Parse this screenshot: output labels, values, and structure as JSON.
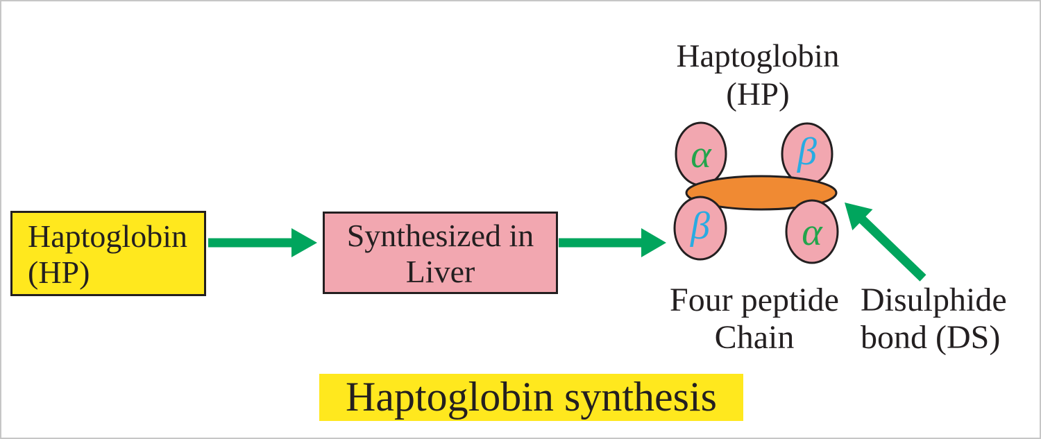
{
  "colors": {
    "background": "#ffffff",
    "frame": "#c6c6c6",
    "ink": "#231f20",
    "yellow": "#ffe81e",
    "pink": "#f2a7b0",
    "orange": "#f08a33",
    "arrow_green": "#00a55d",
    "alpha_green": "#23a44c",
    "beta_blue": "#29abe2"
  },
  "flow": {
    "source_box": {
      "line1": "Haptoglobin",
      "line2": "(HP)"
    },
    "process_box": {
      "line1": "Synthesized in",
      "line2": "Liver"
    }
  },
  "molecule": {
    "label": {
      "line1": "Haptoglobin",
      "line2": "(HP)"
    },
    "subunits": [
      {
        "symbol": "α",
        "name": "alpha",
        "position": "top-left"
      },
      {
        "symbol": "β",
        "name": "beta",
        "position": "top-right"
      },
      {
        "symbol": "β",
        "name": "beta",
        "position": "bottom-left"
      },
      {
        "symbol": "α",
        "name": "alpha",
        "position": "bottom-right"
      }
    ]
  },
  "annotations": {
    "peptide": {
      "line1": "Four peptide",
      "line2": "Chain"
    },
    "disulphide": {
      "line1": "Disulphide",
      "line2": "bond (DS)"
    }
  },
  "title": "Haptoglobin synthesis"
}
